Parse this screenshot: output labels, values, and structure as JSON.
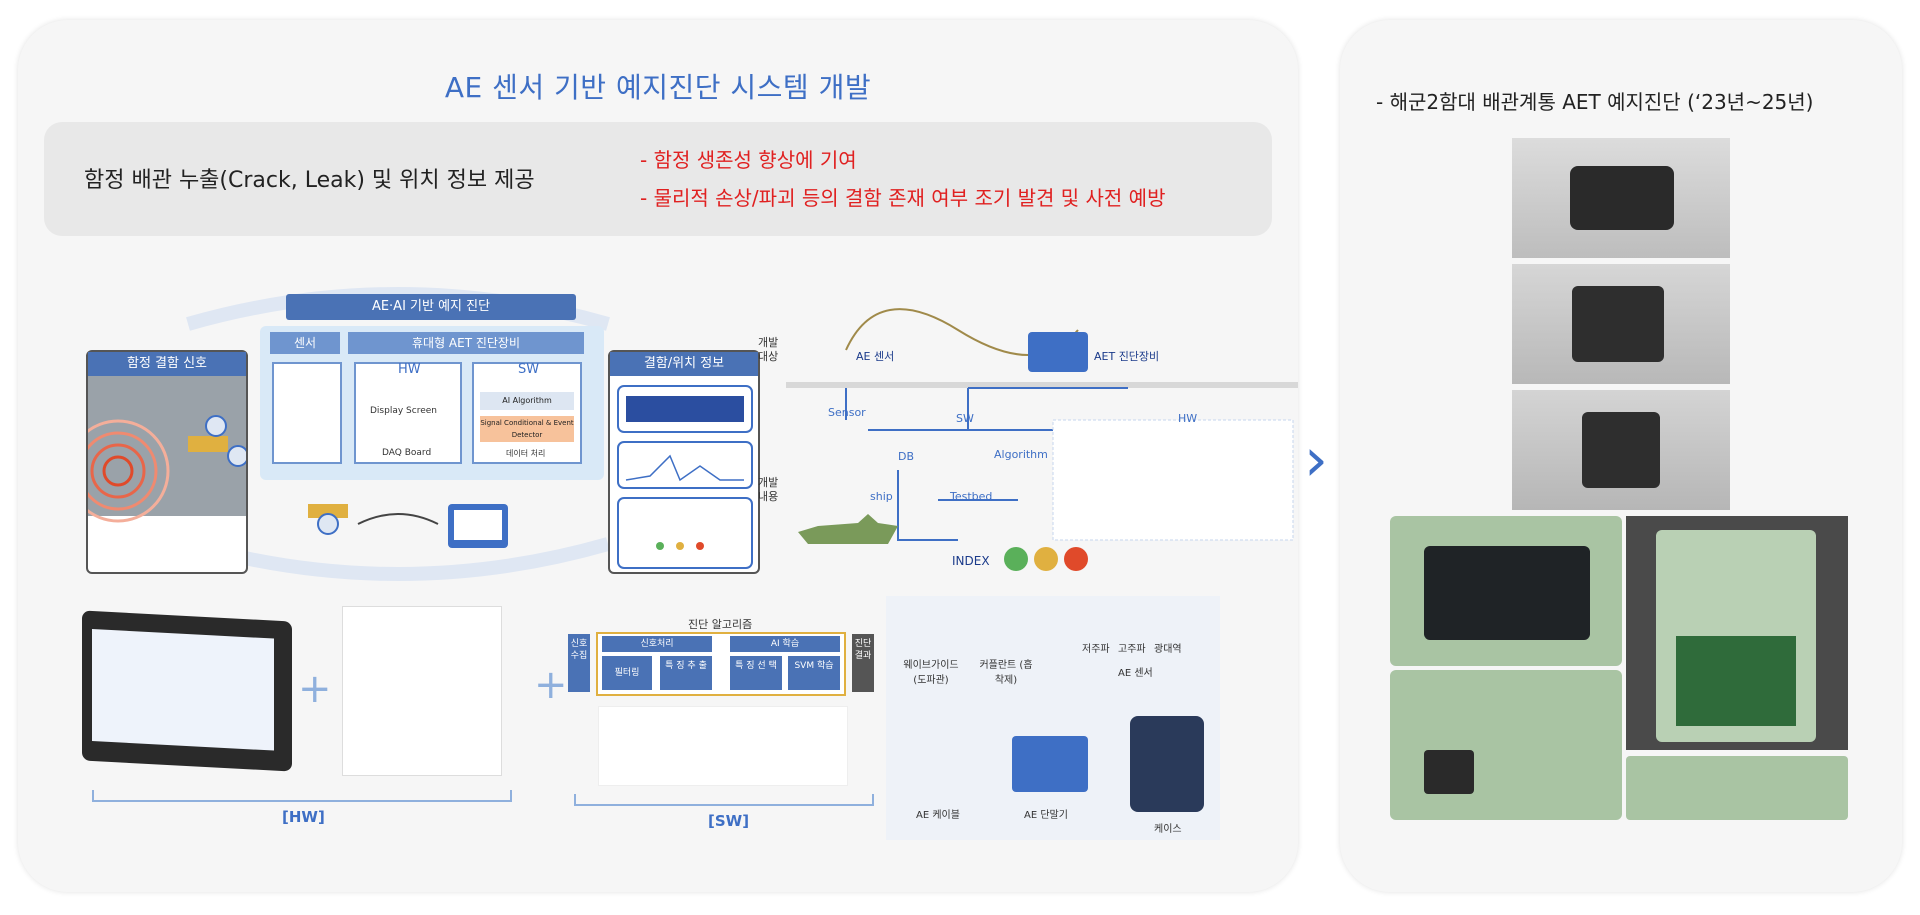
{
  "left": {
    "title": "AE 센서 기반 예지진단 시스템 개발",
    "banner": {
      "main": "함정 배관 누출(Crack, Leak) 및 위치 정보 제공",
      "bullets": [
        "- 함정 생존성 향상에 기여",
        "- 물리적 손상/파괴 등의 결함 존재 여부 조기 발견 및 사전 예방"
      ]
    },
    "diagram1": {
      "header": "AE·AI 기반 예지 진단",
      "box_left_title": "함정 결함 신호",
      "col1": "센서",
      "col2": "휴대형 AET 진단장비",
      "hw": "HW",
      "sw": "SW",
      "display_screen": "Display Screen",
      "daq_board": "DAQ Board",
      "ai_algorithm": "AI Algorithm",
      "signal_cond": "Signal Conditional & Event Detector",
      "data_proc": "데이터 처리",
      "box_right_title": "결함/위치 정보"
    },
    "diagram2": {
      "dev_target": "개발 대상",
      "dev_content": "개발 내용",
      "ae_sensor": "AE 센서",
      "aet_device": "AET 진단장비",
      "sensor": "Sensor",
      "sw": "SW",
      "hw": "HW",
      "db": "DB",
      "algorithm": "Algorithm",
      "ship": "ship",
      "testbed": "Testbed",
      "index": "INDEX"
    },
    "bottom": {
      "hw_label": "[HW]",
      "sw_label": "[SW]",
      "algo_title": "진단 알고리즘",
      "signal_collect": "신호수집",
      "signal_proc": "신호처리",
      "filtering": "필터링",
      "feature_extract": "특 징 추 출",
      "ai_learn": "AI 학습",
      "feature_select": "특 징 선 택",
      "svm": "SVM 학습",
      "result": "진단결과",
      "kit": {
        "waveguide": "웨이브가이드 (도파관)",
        "couplant": "커플란트 (흡착제)",
        "low_freq": "저주파",
        "high_freq": "고주파",
        "wideband": "광대역",
        "ae_sensor": "AE 센서",
        "ae_cable": "AE 케이블",
        "ae_terminal": "AE 단말기",
        "case": "케이스"
      }
    }
  },
  "right": {
    "title": "- 해군2함대 배관계통 AET 예지진단 (‘23년~25년)"
  },
  "colors": {
    "accent": "#3e6fc5",
    "red": "#e02020",
    "device_green": "#a9c4a3"
  }
}
